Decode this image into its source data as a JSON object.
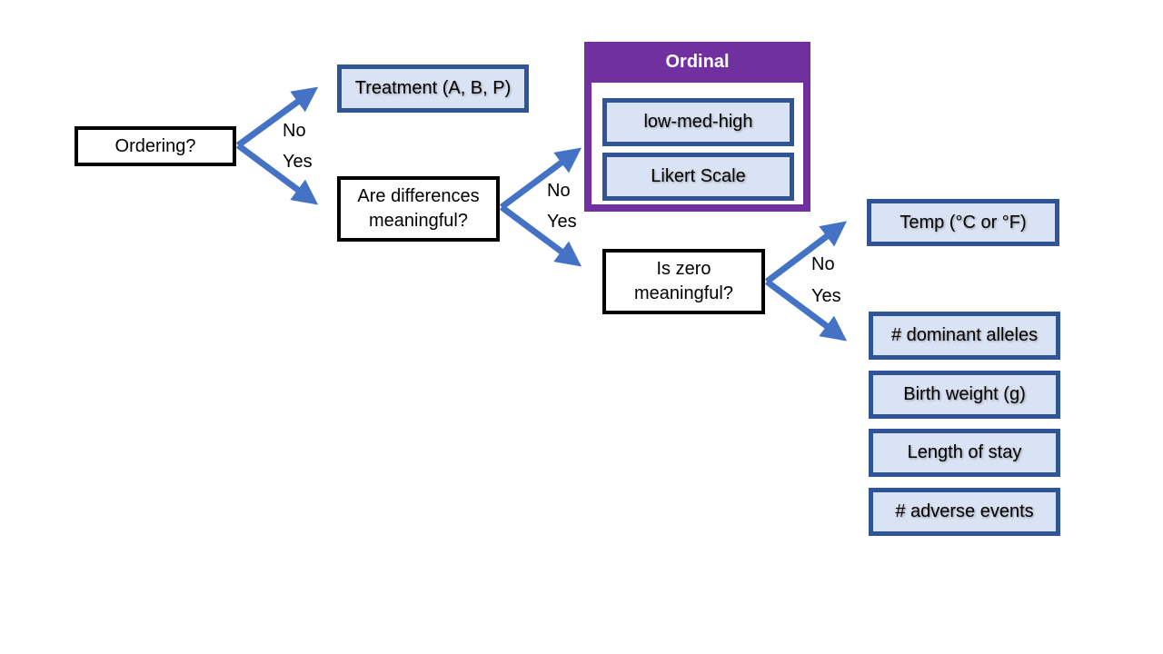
{
  "questions": {
    "ordering": "Ordering?",
    "differences": [
      "Are differences",
      "meaningful?"
    ],
    "zero": [
      "Is zero",
      "meaningful?"
    ]
  },
  "branches": {
    "no": "No",
    "yes": "Yes"
  },
  "nominal_example": "Treatment (A, B, P)",
  "ordinal": {
    "title": "Ordinal",
    "examples": [
      "low-med-high",
      "Likert Scale"
    ]
  },
  "interval_example": "Temp (°C or °F)",
  "ratio_examples": [
    "# dominant alleles",
    "Birth weight (g)",
    "Length of stay",
    "# adverse events"
  ],
  "colors": {
    "arrow": "#4472c4",
    "leaf_fill": "#dae3f3",
    "leaf_border": "#2f5597",
    "ordinal_group": "#7030a0"
  }
}
